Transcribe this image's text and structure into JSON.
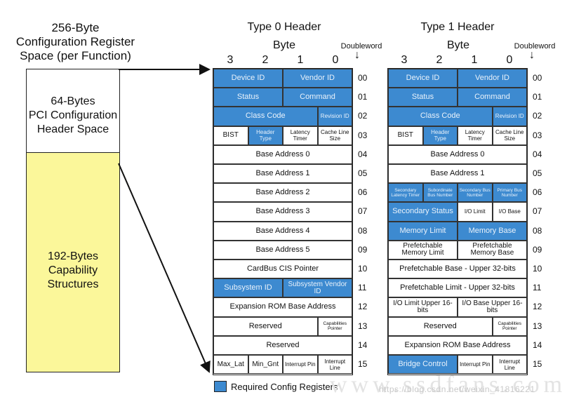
{
  "left": {
    "title_lines": [
      "256-Byte",
      "Configuration Register",
      "Space (per Function)"
    ],
    "header_region_lines": [
      "64-Bytes",
      "PCI Configuration",
      "Header Space"
    ],
    "capability_region_lines": [
      "192-Bytes",
      "Capability",
      "Structures"
    ]
  },
  "type0": {
    "title": "Type 0 Header",
    "byte_label": "Byte",
    "byte_numbers": [
      "3",
      "2",
      "1",
      "0"
    ],
    "doubleword_label": "Doubleword",
    "dw_numbers": [
      "00",
      "01",
      "02",
      "03",
      "04",
      "05",
      "06",
      "07",
      "08",
      "09",
      "10",
      "11",
      "12",
      "13",
      "14",
      "15"
    ],
    "rows": [
      [
        {
          "t": "Device ID",
          "s": 2,
          "r": 1
        },
        {
          "t": "Vendor ID",
          "s": 2,
          "r": 1
        }
      ],
      [
        {
          "t": "Status",
          "s": 2,
          "r": 1
        },
        {
          "t": "Command",
          "s": 2,
          "r": 1
        }
      ],
      [
        {
          "t": "Class Code",
          "s": 3,
          "r": 1
        },
        {
          "t": "Revision ID",
          "s": 1,
          "r": 1
        }
      ],
      [
        {
          "t": "BIST",
          "s": 1,
          "r": 0
        },
        {
          "t": "Header Type",
          "s": 1,
          "r": 1
        },
        {
          "t": "Latency Timer",
          "s": 1,
          "r": 0
        },
        {
          "t": "Cache Line Size",
          "s": 1,
          "r": 0
        }
      ],
      [
        {
          "t": "Base Address 0",
          "s": 4,
          "r": 0
        }
      ],
      [
        {
          "t": "Base Address 1",
          "s": 4,
          "r": 0
        }
      ],
      [
        {
          "t": "Base Address 2",
          "s": 4,
          "r": 0
        }
      ],
      [
        {
          "t": "Base Address 3",
          "s": 4,
          "r": 0
        }
      ],
      [
        {
          "t": "Base Address 4",
          "s": 4,
          "r": 0
        }
      ],
      [
        {
          "t": "Base Address 5",
          "s": 4,
          "r": 0
        }
      ],
      [
        {
          "t": "CardBus CIS Pointer",
          "s": 4,
          "r": 0
        }
      ],
      [
        {
          "t": "Subsystem ID",
          "s": 2,
          "r": 1
        },
        {
          "t": "Subsystem Vendor ID",
          "s": 2,
          "r": 1
        }
      ],
      [
        {
          "t": "Expansion ROM Base Address",
          "s": 4,
          "r": 0
        }
      ],
      [
        {
          "t": "Reserved",
          "s": 3,
          "r": 0
        },
        {
          "t": "Capabilities Pointer",
          "s": 1,
          "r": 0
        }
      ],
      [
        {
          "t": "Reserved",
          "s": 4,
          "r": 0
        }
      ],
      [
        {
          "t": "Max_Lat",
          "s": 1,
          "r": 0
        },
        {
          "t": "Min_Gnt",
          "s": 1,
          "r": 0
        },
        {
          "t": "Interrupt Pin",
          "s": 1,
          "r": 0
        },
        {
          "t": "Interrupt Line",
          "s": 1,
          "r": 0
        }
      ]
    ]
  },
  "type1": {
    "title": "Type 1 Header",
    "byte_label": "Byte",
    "byte_numbers": [
      "3",
      "2",
      "1",
      "0"
    ],
    "doubleword_label": "Doubleword",
    "dw_numbers": [
      "00",
      "01",
      "02",
      "03",
      "04",
      "05",
      "06",
      "07",
      "08",
      "09",
      "10",
      "11",
      "12",
      "13",
      "14",
      "15"
    ],
    "rows": [
      [
        {
          "t": "Device ID",
          "s": 2,
          "r": 1
        },
        {
          "t": "Vendor ID",
          "s": 2,
          "r": 1
        }
      ],
      [
        {
          "t": "Status",
          "s": 2,
          "r": 1
        },
        {
          "t": "Command",
          "s": 2,
          "r": 1
        }
      ],
      [
        {
          "t": "Class Code",
          "s": 3,
          "r": 1
        },
        {
          "t": "Revision ID",
          "s": 1,
          "r": 1
        }
      ],
      [
        {
          "t": "BIST",
          "s": 1,
          "r": 0
        },
        {
          "t": "Header Type",
          "s": 1,
          "r": 1
        },
        {
          "t": "Latency Timer",
          "s": 1,
          "r": 0
        },
        {
          "t": "Cache Line Size",
          "s": 1,
          "r": 0
        }
      ],
      [
        {
          "t": "Base Address 0",
          "s": 4,
          "r": 0
        }
      ],
      [
        {
          "t": "Base Address 1",
          "s": 4,
          "r": 0
        }
      ],
      [
        {
          "t": "Secondary Latency Timer",
          "s": 1,
          "r": 1
        },
        {
          "t": "Subordinate Bus Number",
          "s": 1,
          "r": 1
        },
        {
          "t": "Secondary Bus Number",
          "s": 1,
          "r": 1
        },
        {
          "t": "Primary Bus Number",
          "s": 1,
          "r": 1
        }
      ],
      [
        {
          "t": "Secondary Status",
          "s": 2,
          "r": 1
        },
        {
          "t": "I/O Limit",
          "s": 1,
          "r": 0
        },
        {
          "t": "I/O Base",
          "s": 1,
          "r": 0
        }
      ],
      [
        {
          "t": "Memory Limit",
          "s": 2,
          "r": 1
        },
        {
          "t": "Memory Base",
          "s": 2,
          "r": 1
        }
      ],
      [
        {
          "t": "Prefetchable Memory Limit",
          "s": 2,
          "r": 0
        },
        {
          "t": "Prefetchable Memory Base",
          "s": 2,
          "r": 0
        }
      ],
      [
        {
          "t": "Prefetchable Base - Upper 32-bits",
          "s": 4,
          "r": 0
        }
      ],
      [
        {
          "t": "Prefetchable Limit - Upper 32-bits",
          "s": 4,
          "r": 0
        }
      ],
      [
        {
          "t": "I/O Limit Upper 16-bits",
          "s": 2,
          "r": 0
        },
        {
          "t": "I/O Base Upper 16-bits",
          "s": 2,
          "r": 0
        }
      ],
      [
        {
          "t": "Reserved",
          "s": 3,
          "r": 0
        },
        {
          "t": "Capabilities Pointer",
          "s": 1,
          "r": 0
        }
      ],
      [
        {
          "t": "Expansion ROM Base Address",
          "s": 4,
          "r": 0
        }
      ],
      [
        {
          "t": "Bridge Control",
          "s": 2,
          "r": 1
        },
        {
          "t": "Interrupt Pin",
          "s": 1,
          "r": 0
        },
        {
          "t": "Interrupt Line",
          "s": 1,
          "r": 0
        }
      ]
    ]
  },
  "legend": {
    "label": "Required Config Registers",
    "color": "#3d8ad0"
  },
  "watermark": {
    "big": "www.ssdfans.com",
    "url": "https://blog.csdn.net/weixin_41816221"
  }
}
